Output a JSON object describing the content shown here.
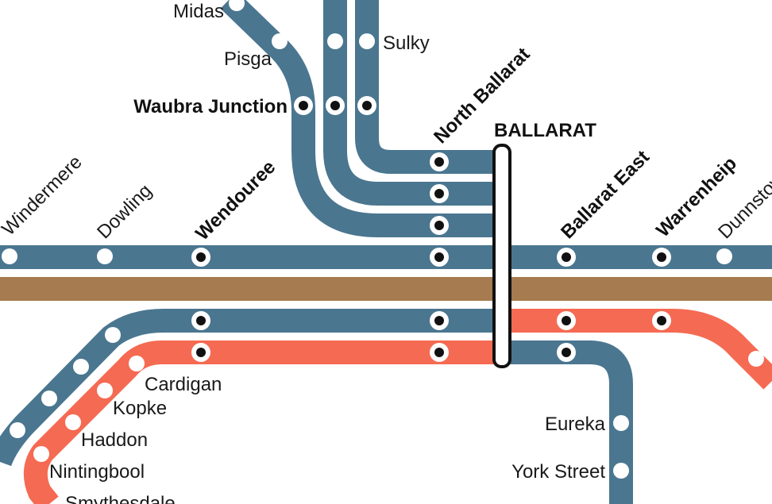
{
  "colors": {
    "blue_line": "#4a7690",
    "orange_line": "#f56a52",
    "brown_band": "#a57b4f",
    "background": "#ffffff",
    "station_stop": "#ffffff",
    "interchange_dot": "#111111"
  },
  "hub": {
    "name": "BALLARAT"
  },
  "stations": {
    "midas": "Midas",
    "pisga": "Pisga",
    "sulky": "Sulky",
    "waubra_junction": "Waubra Junction",
    "north_ballarat": "North Ballarat",
    "windermere": "Windermere",
    "dowling": "Dowling",
    "wendouree": "Wendouree",
    "ballarat_east": "Ballarat East",
    "warrenheip": "Warrenheip",
    "dunnstown": "Dunnstown",
    "cardigan": "Cardigan",
    "kopke": "Kopke",
    "haddon": "Haddon",
    "nintingbool": "Nintingbool",
    "smythesdale": "Smythesdale",
    "eureka": "Eureka",
    "york_street": "York Street"
  }
}
